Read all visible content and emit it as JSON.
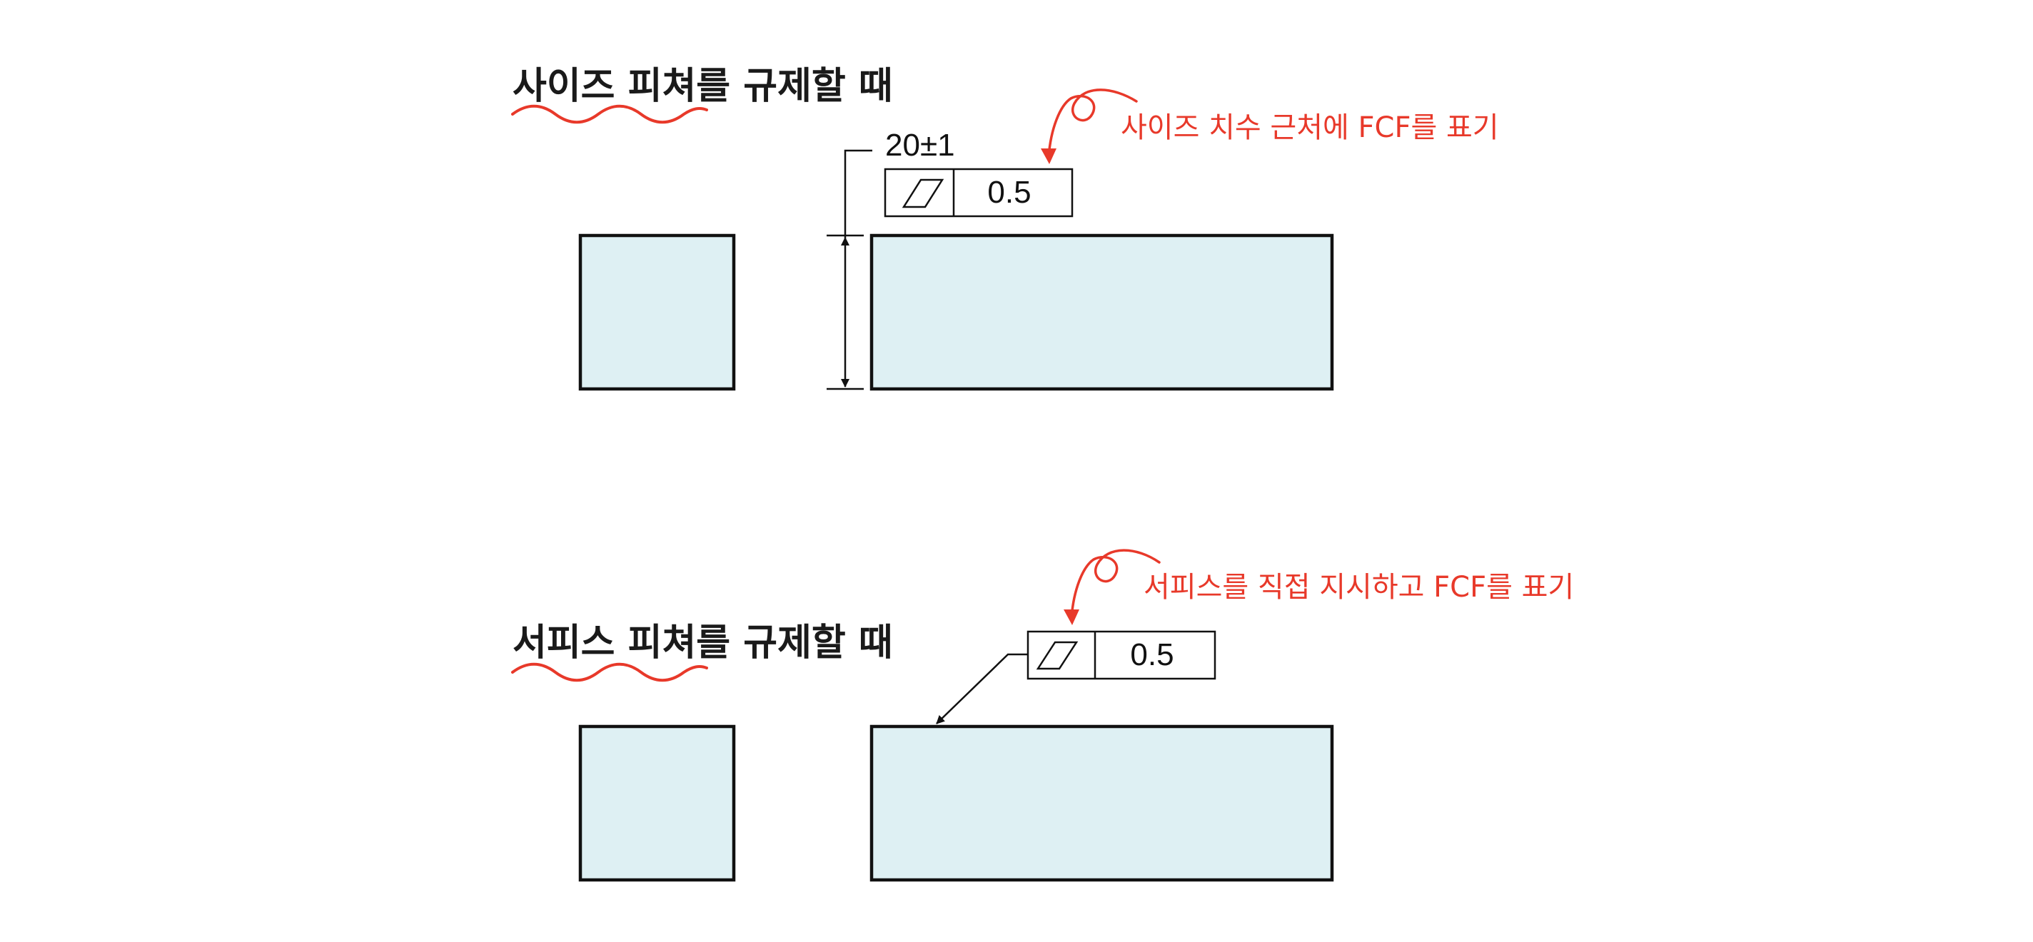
{
  "colors": {
    "part_fill": "#DEF0F3",
    "annotation_red": "#E8392A",
    "line": "#111111"
  },
  "size_feature": {
    "heading": "사이즈 피쳐를 규제할 때",
    "dimension": "20±1",
    "fcf_symbol": "flatness-parallelogram",
    "fcf_tolerance": "0.5",
    "note": "사이즈 치수 근처에 FCF를 표기"
  },
  "surface_feature": {
    "heading": "서피스 피쳐를 규제할 때",
    "fcf_symbol": "flatness-parallelogram",
    "fcf_tolerance": "0.5",
    "note": "서피스를 직접 지시하고 FCF를 표기"
  }
}
